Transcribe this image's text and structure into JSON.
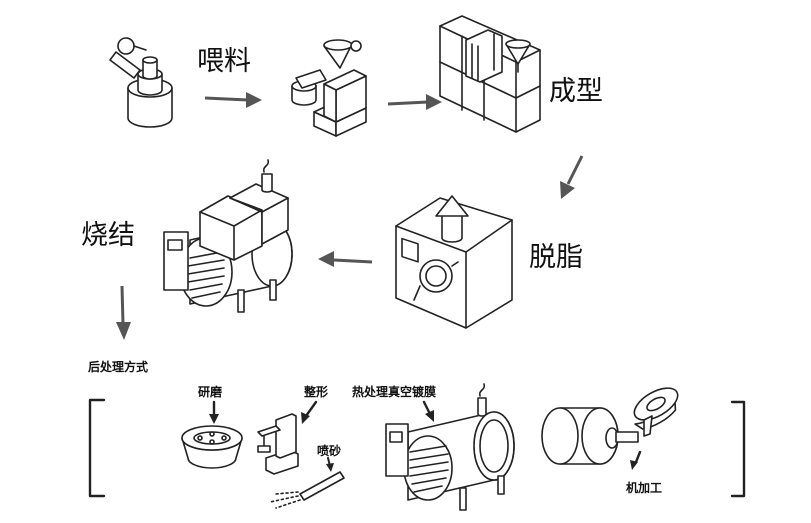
{
  "steps": {
    "feeding": "喂料",
    "forming": "成型",
    "debinding": "脱脂",
    "sintering": "烧结",
    "post_processing": "后处理方式"
  },
  "post": {
    "grinding": "研磨",
    "shaping": "整形",
    "sandblasting": "喷砂",
    "heat_treatment": "热处理真空镀膜",
    "machining": "机加工"
  },
  "colors": {
    "line": "#222222",
    "arrow": "#555555",
    "background": "#ffffff"
  },
  "icons": [
    "feeder-icon",
    "injection-molding-machine-icon",
    "debinding-furnace-icon",
    "sintering-furnace-icon",
    "grinding-bowl-icon",
    "shaping-press-icon",
    "sandblast-nozzle-icon",
    "vacuum-furnace-icon",
    "lathe-icon"
  ]
}
